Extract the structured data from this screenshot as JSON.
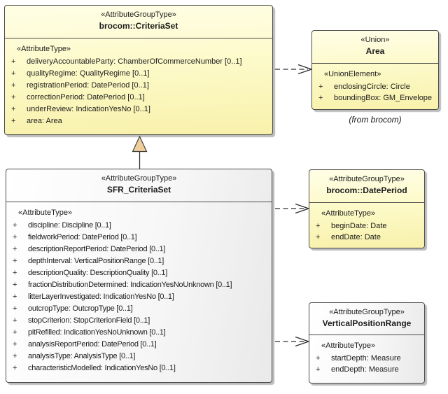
{
  "diagram_type": "uml-class-diagram",
  "colors": {
    "class_fill_top": "#FFFEE6",
    "class_fill_bottom": "#F8F1AB",
    "neutral_fill_start": "#FFFFFF",
    "neutral_fill_end": "#E9E9E9",
    "border": "#4A4A4A",
    "shadow": "#BCBCBC",
    "connector_line": "#2E2E2E",
    "generalization_arrow_fill": "#EFCE9C"
  },
  "classes": [
    {
      "stereotype": "«AttributeGroupType»",
      "name": "brocom::CriteriaSet",
      "section_label": "«AttributeType»",
      "attributes": [
        {
          "vis": "+",
          "text": "deliveryAccountableParty: ChamberOfCommerceNumber [0..1]"
        },
        {
          "vis": "+",
          "text": "qualityRegime: QualityRegime [0..1]"
        },
        {
          "vis": "+",
          "text": "registrationPeriod: DatePeriod [0..1]"
        },
        {
          "vis": "+",
          "text": "correctionPeriod: DatePeriod [0..1]"
        },
        {
          "vis": "+",
          "text": "underReview: IndicationYesNo [0..1]"
        },
        {
          "vis": "+",
          "text": "area: Area"
        }
      ]
    },
    {
      "stereotype": "«Union»",
      "name": "Area",
      "section_label": "«UnionElement»",
      "attributes": [
        {
          "vis": "+",
          "text": "enclosingCircle: Circle"
        },
        {
          "vis": "+",
          "text": "boundingBox: GM_Envelope"
        }
      ],
      "note": "(from brocom)"
    },
    {
      "stereotype": "«AttributeGroupType»",
      "name": "SFR_CriteriaSet",
      "section_label": "«AttributeType»",
      "attributes": [
        {
          "vis": "+",
          "text": "discipline: Discipline [0..1]"
        },
        {
          "vis": "+",
          "text": "fieldworkPeriod: DatePeriod [0..1]"
        },
        {
          "vis": "+",
          "text": "descriptionReportPeriod: DatePeriod [0..1]"
        },
        {
          "vis": "+",
          "text": "depthInterval: VerticalPositionRange [0..1]"
        },
        {
          "vis": "+",
          "text": "descriptionQuality: DescriptionQuality [0..1]"
        },
        {
          "vis": "+",
          "text": "fractionDistributionDetermined: IndicationYesNoUnknown [0..1]"
        },
        {
          "vis": "+",
          "text": "litterLayerInvestigated: IndicationYesNo [0..1]"
        },
        {
          "vis": "+",
          "text": "outcropType: OutcropType [0..1]"
        },
        {
          "vis": "+",
          "text": "stopCriterion: StopCriterionField [0..1]"
        },
        {
          "vis": "+",
          "text": "pitRefilled: IndicationYesNoUnknown [0..1]"
        },
        {
          "vis": "+",
          "text": "analysisReportPeriod: DatePeriod [0..1]"
        },
        {
          "vis": "+",
          "text": "analysisType: AnalysisType [0..1]"
        },
        {
          "vis": "+",
          "text": "characteristicModelled: IndicationYesNo [0..1]"
        }
      ]
    },
    {
      "stereotype": "«AttributeGroupType»",
      "name": "brocom::DatePeriod",
      "section_label": "«AttributeType»",
      "attributes": [
        {
          "vis": "+",
          "text": "beginDate: Date"
        },
        {
          "vis": "+",
          "text": "endDate: Date"
        }
      ]
    },
    {
      "stereotype": "«AttributeGroupType»",
      "name": "VerticalPositionRange",
      "section_label": "«AttributeType»",
      "attributes": [
        {
          "vis": "+",
          "text": "startDepth: Measure"
        },
        {
          "vis": "+",
          "text": "endDepth: Measure"
        }
      ]
    }
  ]
}
